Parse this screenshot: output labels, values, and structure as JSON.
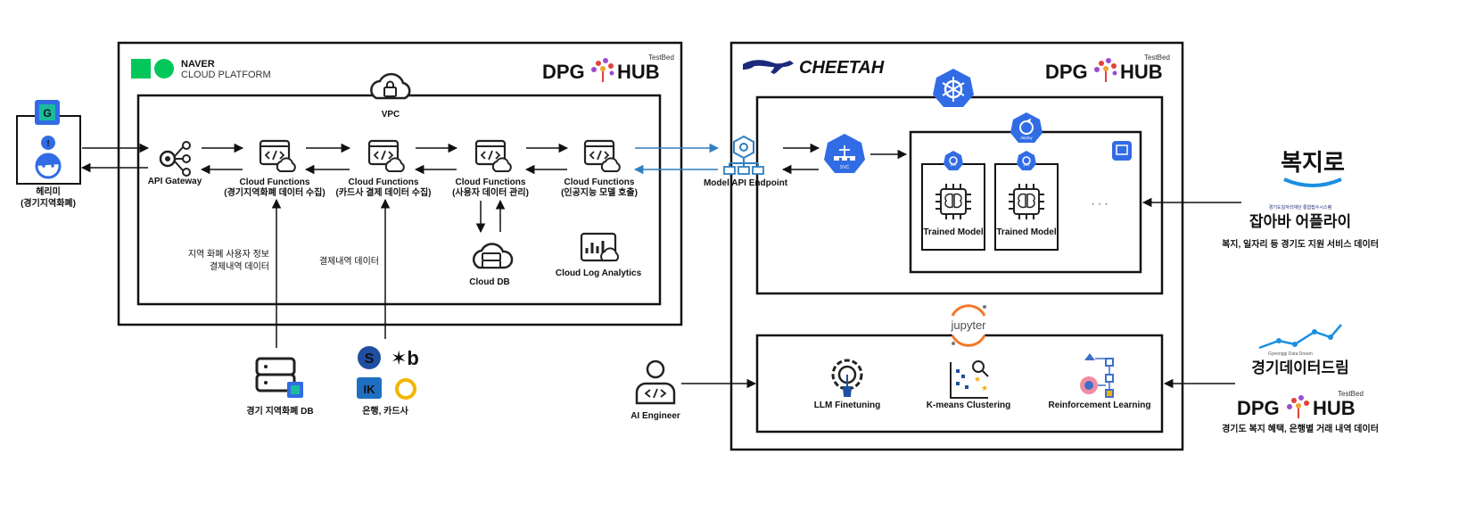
{
  "colors": {
    "naver_green": "#03C75A",
    "k8s_blue": "#326CE5",
    "arrow_blue": "#2F7FC1",
    "hub_red": "#E2413C",
    "hub_purple": "#9B4BD1",
    "bokjiro_blue": "#1C8FE0",
    "jupyter_orange": "#F37726",
    "dark": "#111111"
  },
  "left_panel": {
    "naver_line1": "NAVER",
    "naver_line2": "CLOUD PLATFORM",
    "hub_testbed": "TestBed",
    "hub_left": "DPG",
    "hub_right": "HUB",
    "vpc_label": "VPC",
    "user_name": "헤리미",
    "user_sub": "(경기지역화폐)",
    "api_gateway": "API Gateway",
    "functions": [
      {
        "title": "Cloud Functions",
        "sub": "(경기지역화폐 데이터 수집)"
      },
      {
        "title": "Cloud Functions",
        "sub": "(카드사 결제 데이터 수집)"
      },
      {
        "title": "Cloud Functions",
        "sub": "(사용자 데이터 관리)"
      },
      {
        "title": "Cloud Functions",
        "sub": "(인공지능 모델 호출)"
      }
    ],
    "cloud_db": "Cloud DB",
    "cloud_log": "Cloud Log Analytics",
    "region_note_line1": "지역 화폐 사용자 정보",
    "region_note_line2": "결제내역 데이터",
    "payment_note": "결제내역 데이터",
    "db_source": "경기 지역화폐 DB",
    "bank_source": "은행, 카드사"
  },
  "right_panel": {
    "cheetah": "CHEETAH",
    "hub_testbed": "TestBed",
    "hub_left": "DPG",
    "hub_right": "HUB",
    "endpoint": "Model API Endpoint",
    "svc": "SVC",
    "deploy": "deploy",
    "pod": "pod",
    "models": [
      "Trained Model",
      "Trained Model"
    ],
    "ellipsis": "· · ·",
    "jupyter": "jupyter",
    "tools": [
      "LLM Finetuning",
      "K-means Clustering",
      "Reinforcement Learning"
    ],
    "engineer": "AI Engineer"
  },
  "sources": {
    "bokjiro": "복지로",
    "jobaba_sub": "경기도일자리재단 통합접수시스템",
    "jobaba": "잡아바 어플라이",
    "welfare_caption": "복지, 일자리 등 경기도 지원 서비스 데이터",
    "gdd_sub": "Gyeonggi Data Dream",
    "gdd": "경기데이터드림",
    "hub_testbed": "TestBed",
    "hub_left": "DPG",
    "hub_right": "HUB",
    "gyeonggi_caption": "경기도 복지 혜택, 은행별 거래 내역 데이터"
  }
}
